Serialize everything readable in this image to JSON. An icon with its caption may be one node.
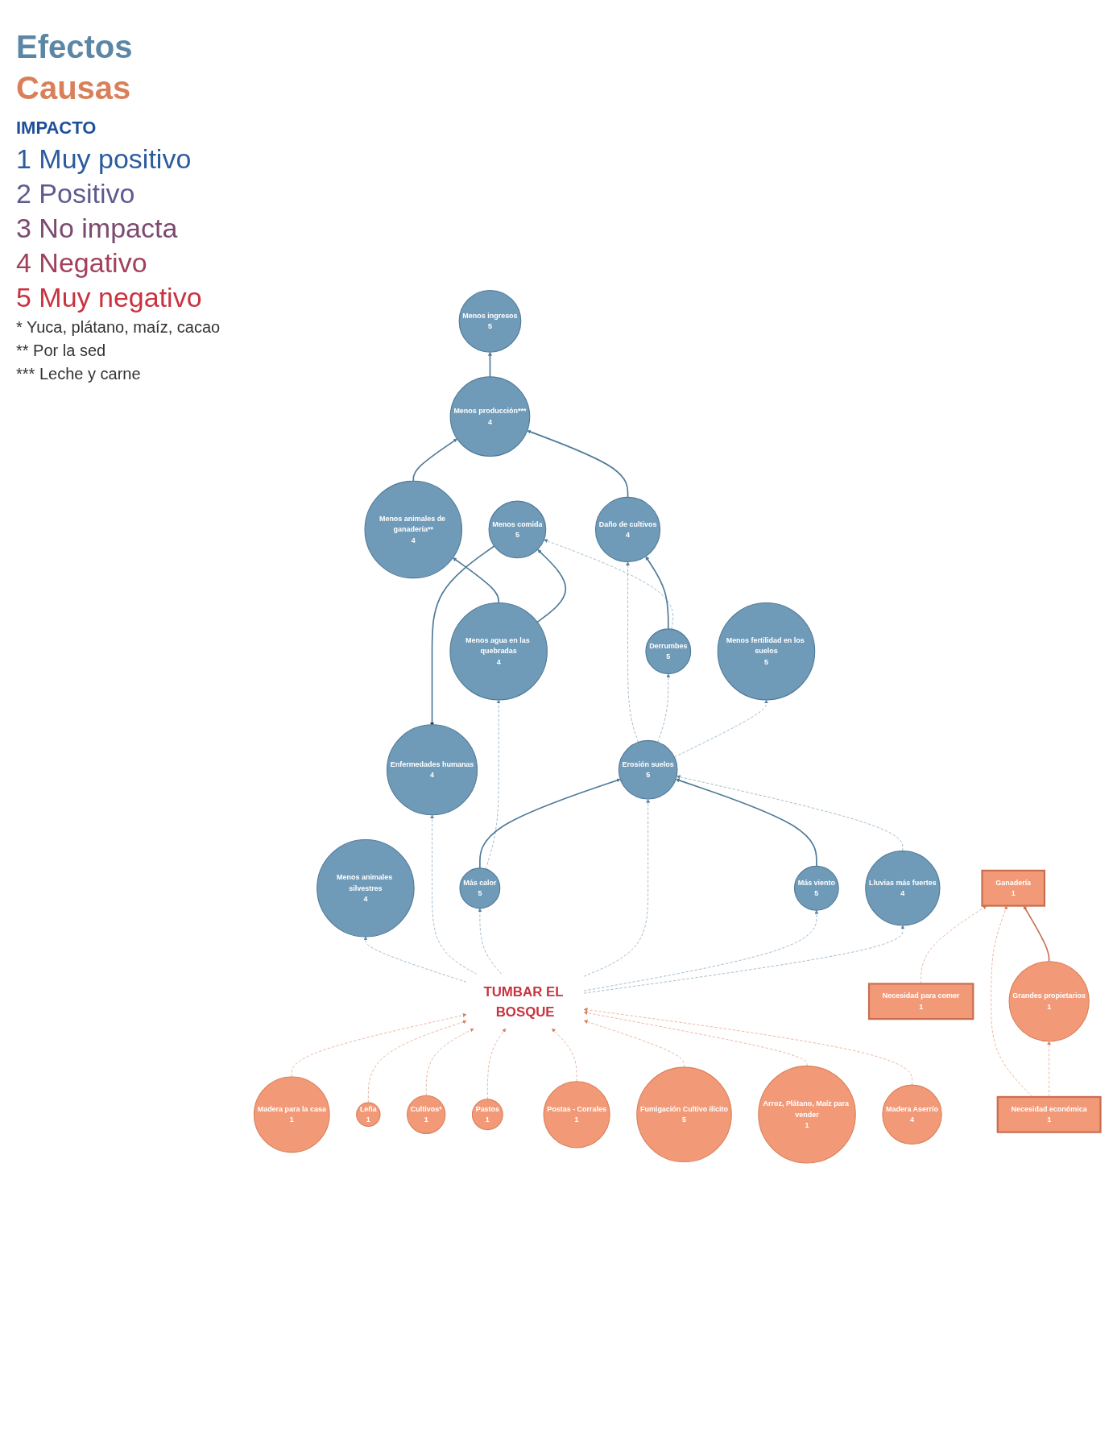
{
  "diagram": {
    "nodes": [
      {
        "text": [
          "Menos ingresos",
          "5"
        ]
      },
      {
        "text": [
          "Menos animales de ganadería**",
          "4"
        ]
      },
      {
        "text": [
          "Menos producción***",
          "4"
        ]
      },
      {
        "text": [
          "Menos comida",
          "5"
        ]
      },
      {
        "text": [
          "Menos agua en las quebradas",
          "4"
        ]
      },
      {
        "text": [
          "Daño de cultivos",
          "4"
        ]
      },
      {
        "text": [
          "Derrumbes",
          "5"
        ]
      },
      {
        "text": [
          "Menos fertilidad en los suelos",
          "5"
        ]
      },
      {
        "text": [
          "Menos animales silvestres",
          "4"
        ]
      },
      {
        "text": [
          "Enfermedades humanas",
          "4"
        ]
      },
      {
        "text": [
          "Más calor",
          "5"
        ]
      },
      {
        "text": [
          "Erosión suelos",
          "5"
        ]
      },
      {
        "text": [
          "Más viento",
          "5"
        ]
      },
      {
        "text": [
          "Lluvias más fuertes",
          "4"
        ]
      },
      {
        "text": [
          "TUMBAR EL BOSQUE"
        ]
      },
      {
        "text": [
          "Madera para la casa",
          "1"
        ]
      },
      {
        "text": [
          "Leña",
          "1"
        ]
      },
      {
        "text": [
          "Cultivos*",
          "1"
        ]
      },
      {
        "text": [
          "Pastos",
          "1"
        ]
      },
      {
        "text": [
          "Postas - Corrales",
          "1"
        ]
      },
      {
        "text": [
          "Fumigación Cultivo ilícito",
          "5"
        ]
      },
      {
        "text": [
          "Necesidad para comer",
          "1"
        ]
      },
      {
        "text": [
          "Ganadería",
          "1"
        ]
      },
      {
        "text": [
          "Grandes propietarios",
          "1"
        ]
      },
      {
        "text": [
          "Arroz, Plátano, Maíz para vender",
          "1"
        ]
      },
      {
        "text": [
          "Madera Aserrío",
          "4"
        ]
      },
      {
        "text": [
          "Necesidad económica",
          "1"
        ]
      }
    ],
    "edges": [
      {
        "from": 1,
        "to": 2,
        "arrow": "to",
        "color": "#4f7a98"
      },
      {
        "from": 2,
        "to": 0,
        "arrow": "to",
        "color": "#4f7a98"
      },
      {
        "from": 4,
        "to": 1,
        "arrow": "to",
        "color": "#4f7a98"
      },
      {
        "from": 4,
        "to": 3,
        "arrow": "to",
        "color": "#4f7a98"
      },
      {
        "from": 3,
        "to": 9,
        "arrow": "to",
        "color": "#4f7a98"
      },
      {
        "from": 5,
        "to": 2,
        "arrow": "to",
        "color": "#4f7a98"
      },
      {
        "from": 6,
        "to": 5,
        "arrow": "to",
        "color": "#4f7a98"
      },
      {
        "from": 10,
        "to": 11,
        "arrow": "to",
        "color": "#4f7a98"
      },
      {
        "from": 12,
        "to": 11,
        "arrow": "to",
        "color": "#4f7a98"
      },
      {
        "from": 23,
        "to": 22,
        "arrow": "to",
        "color": "#c96f50"
      },
      {
        "from": 6,
        "to": 3,
        "arrow": "to",
        "style": "dashed",
        "color": "#5b86a6"
      },
      {
        "from": 10,
        "to": 4,
        "arrow": "to",
        "style": "dashed",
        "color": "#5b86a6"
      },
      {
        "from": 11,
        "to": 5,
        "arrow": "to",
        "style": "dashed",
        "color": "#5b86a6"
      },
      {
        "from": 11,
        "to": 6,
        "arrow": "to",
        "style": "dashed",
        "color": "#5b86a6"
      },
      {
        "from": 11,
        "to": 7,
        "arrow": "to",
        "style": "dashed",
        "color": "#5b86a6"
      },
      {
        "from": 13,
        "to": 11,
        "arrow": "to",
        "style": "dashed",
        "color": "#5b86a6"
      },
      {
        "from": 14,
        "to": 8,
        "arrow": "to",
        "style": "dashed",
        "color": "#5b86a6"
      },
      {
        "from": 14,
        "to": 9,
        "arrow": "to",
        "style": "dashed",
        "color": "#5b86a6"
      },
      {
        "from": 14,
        "to": 10,
        "arrow": "to",
        "style": "dashed",
        "color": "#5b86a6"
      },
      {
        "from": 14,
        "to": 11,
        "arrow": "to",
        "style": "dashed",
        "color": "#5b86a6"
      },
      {
        "from": 14,
        "to": 12,
        "arrow": "to",
        "style": "dashed",
        "color": "#5b86a6"
      },
      {
        "from": 14,
        "to": 13,
        "arrow": "to",
        "style": "dashed",
        "color": "#5b86a6"
      },
      {
        "from": 15,
        "to": 14,
        "arrow": "to",
        "style": "dashed",
        "color": "#d9805a"
      },
      {
        "from": 16,
        "to": 14,
        "arrow": "to",
        "style": "dashed",
        "color": "#d9805a"
      },
      {
        "from": 17,
        "to": 14,
        "arrow": "to",
        "style": "dashed",
        "color": "#d9805a"
      },
      {
        "from": 18,
        "to": 14,
        "arrow": "to",
        "style": "dashed",
        "color": "#d9805a"
      },
      {
        "from": 19,
        "to": 14,
        "arrow": "to",
        "style": "dashed",
        "color": "#d9805a"
      },
      {
        "from": 20,
        "to": 14,
        "arrow": "to",
        "style": "dashed",
        "color": "#d9805a"
      },
      {
        "from": 24,
        "to": 14,
        "arrow": "to",
        "style": "dashed",
        "color": "#d9805a"
      },
      {
        "from": 25,
        "to": 14,
        "arrow": "to",
        "style": "dashed",
        "color": "#d9805a"
      },
      {
        "from": 21,
        "to": 22,
        "arrow": "to",
        "style": "dashed",
        "color": "#d9805a"
      },
      {
        "from": 26,
        "to": 22,
        "arrow": "to",
        "style": "dashed",
        "color": "#d9805a"
      },
      {
        "from": 26,
        "to": 23,
        "arrow": "to",
        "style": "dashed",
        "color": "#d9805a"
      }
    ],
    "labels": [
      "Efectos",
      "Causas",
      "IMPACTO",
      "* Yuca, plátano, maíz, cacao",
      "** Por la sed",
      "*** Leche y carne"
    ],
    "legend": [
      {
        "text": "1 Muy positivo",
        "color": "#2b5c9e"
      },
      {
        "text": "2 Positivo",
        "color": "#5d5b8f"
      },
      {
        "text": "3 No impacta",
        "color": "#7b4a70"
      },
      {
        "text": "4 Negativo",
        "color": "#a3405c"
      },
      {
        "text": "5 Muy negativo",
        "color": "#c8333f"
      }
    ]
  }
}
